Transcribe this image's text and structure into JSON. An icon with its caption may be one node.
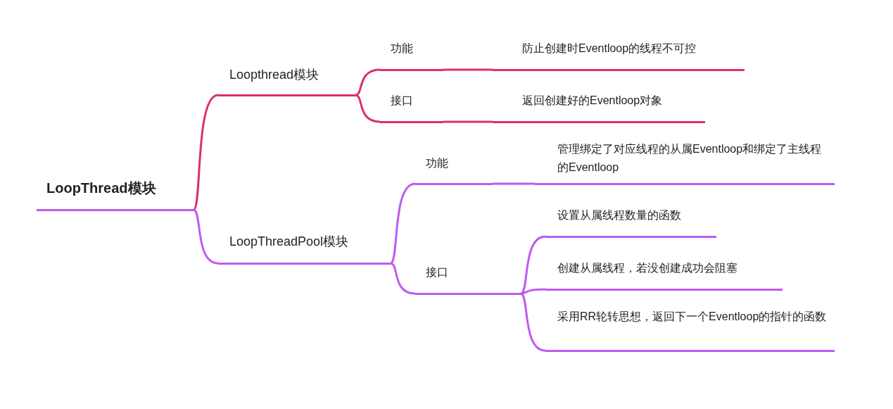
{
  "diagram": {
    "nodes": [
      {
        "text": [
          "LoopThread模块"
        ]
      },
      {
        "text": [
          "Loopthread模块"
        ]
      },
      {
        "text": [
          "功能"
        ]
      },
      {
        "text": [
          "防止创建时Eventloop的线程不可控"
        ]
      },
      {
        "text": [
          "接口"
        ]
      },
      {
        "text": [
          "返回创建好的Eventloop对象"
        ]
      },
      {
        "text": [
          "LoopThreadPool模块"
        ]
      },
      {
        "text": [
          "功能"
        ]
      },
      {
        "text": [
          "管理绑定了对应线程的从属Eventloop和绑定了主线程的Eventloop"
        ]
      },
      {
        "text": [
          "接口"
        ]
      },
      {
        "text": [
          "设置从属线程数量的函数"
        ]
      },
      {
        "text": [
          "创建从属线程，若没创建成功会阻塞"
        ]
      },
      {
        "text": [
          "采用RR轮转思想，返回下一个Eventloop的指针的函数"
        ]
      }
    ],
    "edges": [
      {
        "from": 0,
        "to": 1,
        "arrow": "none",
        "color": "#dc3068"
      },
      {
        "from": 0,
        "to": 6,
        "arrow": "none"
      },
      {
        "from": 1,
        "to": 2,
        "arrow": "none",
        "color": "#dc3068"
      },
      {
        "from": 1,
        "to": 4,
        "arrow": "none",
        "color": "#dc3068"
      },
      {
        "from": 2,
        "to": 3,
        "arrow": "none",
        "color": "#dc3068"
      },
      {
        "from": 4,
        "to": 5,
        "arrow": "none",
        "color": "#dc3068"
      },
      {
        "from": 6,
        "to": 7,
        "arrow": "none"
      },
      {
        "from": 6,
        "to": 9,
        "arrow": "none"
      },
      {
        "from": 7,
        "to": 8,
        "arrow": "none"
      },
      {
        "from": 9,
        "to": 10,
        "arrow": "none"
      },
      {
        "from": 9,
        "to": 11,
        "arrow": "none"
      },
      {
        "from": 9,
        "to": 12,
        "arrow": "none"
      }
    ]
  }
}
